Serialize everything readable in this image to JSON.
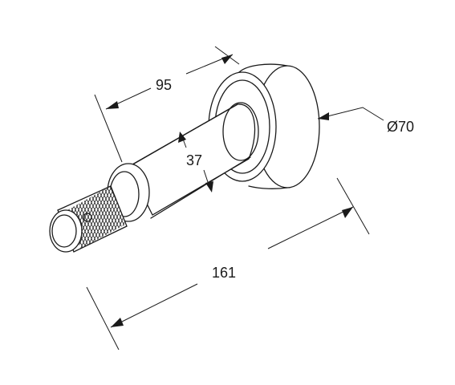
{
  "dimensions": {
    "length_95": "95",
    "diameter_37": "37",
    "diameter_70": "Ø70",
    "length_161": "161"
  },
  "colors": {
    "line": "#1a1a1a",
    "background": "#ffffff"
  }
}
